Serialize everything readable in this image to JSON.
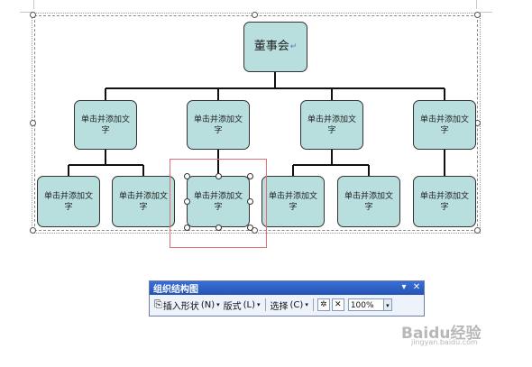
{
  "chart": {
    "root": "董事会",
    "paragraph_mark": "↵",
    "level2": [
      "单击并添加文字",
      "单击并添加文字",
      "单击并添加文字",
      "单击并添加文字"
    ],
    "level3": [
      "单击并添加文字",
      "单击并添加文字",
      "单击并添加文字",
      "单击并添加文字",
      "单击并添加文字",
      "单击并添加文字"
    ]
  },
  "toolbar": {
    "title": "组织结构图",
    "insert_shape": "插入形状",
    "insert_shape_key": "(N)",
    "layout": "版式",
    "layout_key": "(L)",
    "select": "选择",
    "select_key": "(C)",
    "zoom": "100%",
    "dropdown_arrow": "▾",
    "close": "✕"
  },
  "watermark": {
    "text": "Baidu经验",
    "url": "jingyan.baidu.com"
  },
  "colors": {
    "box_fill": "#b8dede",
    "title_bar": "#2f5fc4",
    "selection": "#e07070"
  }
}
